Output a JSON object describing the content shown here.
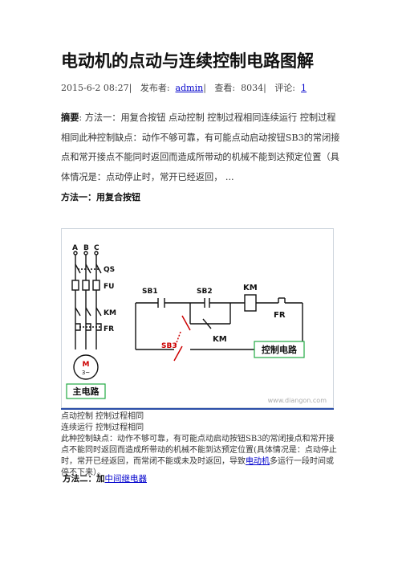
{
  "article": {
    "title": "电动机的点动与连续控制电路图解",
    "meta": {
      "date": "2015-6-2 08:27",
      "publisher_label": "发布者:",
      "publisher": "admin",
      "views_label": "查看:",
      "views": "8034",
      "comments_label": "评论:",
      "comments": "1"
    },
    "abstract": {
      "label": "摘要",
      "text": ": 方法一：用复合按钮 点动控制 控制过程相同连续运行 控制过程相同此种控制缺点：动作不够可靠，有可能点动启动按钮SB3的常闭接点和常开接点不能同时返回而造成所带动的机械不能到达预定位置（具体情况是：点动停止时，常开已经返回， ..."
    },
    "method1_heading": "方法一：用复合按钮",
    "diagram": {
      "labels": {
        "phase_a": "A",
        "phase_b": "B",
        "phase_c": "C",
        "qs": "QS",
        "fu": "FU",
        "km_main": "KM",
        "fr_main": "FR",
        "motor_m": "M",
        "motor_3": "3~",
        "sb1": "SB1",
        "sb2": "SB2",
        "sb3": "SB3",
        "km_coil": "KM",
        "fr_ctrl": "FR",
        "km_aux": "KM"
      },
      "main_circuit_label": "主电路",
      "control_circuit_label": "控制电路",
      "watermark": "www.diangon.com"
    },
    "caption": {
      "line1": "点动控制 控制过程相同",
      "line2": "连续运行 控制过程相同",
      "line3_pre": "此种控制缺点：动作不够可靠，有可能点动启动按钮SB3的常闭接点和常开接点不能同时返回而造成所带动的机械不能到达预定位置(具体情况是：点动停止时，常开已经返回，而常闭不能或未及时返回，导致",
      "line3_link": "电动机",
      "line3_post": "多运行一段时间或停不下来）。"
    },
    "method2": {
      "prefix": "方法二：加",
      "link": "中间继电器"
    }
  }
}
